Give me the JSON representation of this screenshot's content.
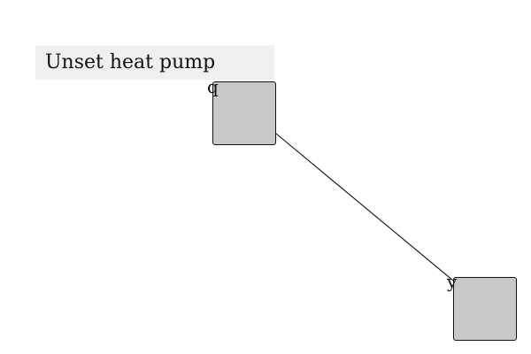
{
  "title": "Unset heat pump",
  "nodes": [
    {
      "id": "q",
      "label": "q",
      "fill": "#c8c8c8"
    },
    {
      "id": "y",
      "label": "y",
      "fill": "#c8c8c8"
    }
  ],
  "edges": [
    {
      "from": "q",
      "to": "y",
      "directed": false
    }
  ],
  "colors": {
    "node_fill": "#c8c8c8",
    "node_stroke": "#111111",
    "title_background": "#efefef"
  }
}
